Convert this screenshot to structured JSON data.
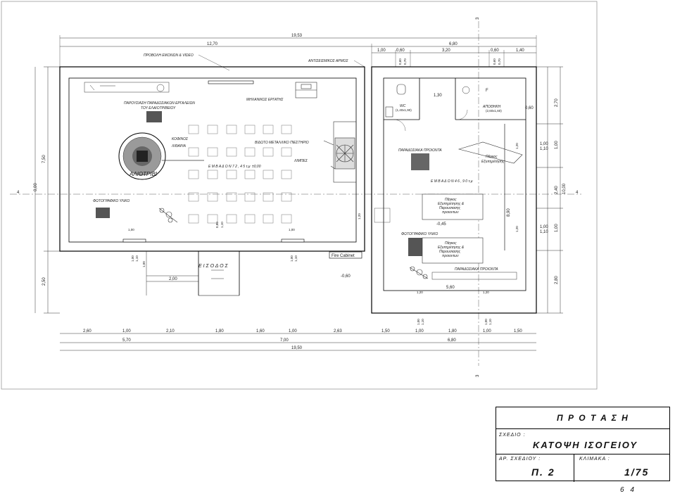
{
  "dims": {
    "top": {
      "total": "19,53",
      "left": "12,70",
      "right": "6,80",
      "right_parts": [
        "1,00",
        "0,60",
        "3,20",
        "0,60",
        "1,40"
      ],
      "window_small": [
        "0,60",
        "0,70",
        "0,60",
        "0,70"
      ]
    },
    "bottom": {
      "chain": [
        "2,60",
        "1,00",
        "2,10",
        "1,80",
        "1,60",
        "1,00",
        "2,63",
        "1,50",
        "1,00",
        "1,80",
        "1,00",
        "1,50"
      ],
      "sub": [
        "5,70",
        "7,00",
        "6,80"
      ],
      "total": "19,50"
    },
    "left": [
      "0,00",
      "7,50",
      "2,50"
    ],
    "right": [
      "2,70",
      "1,00",
      "1,10",
      "1,00",
      "2,40",
      "10,00",
      "1,00",
      "1,10",
      "1,00",
      "2,80"
    ],
    "inner": {
      "door_w": "1,00",
      "door_h": "1,10",
      "window_w": "1,00",
      "window_h": "1,10",
      "entrance_w": "2,00",
      "entrance_d": "1,00",
      "door_1_20": "1,20",
      "wc_door": "0,80",
      "wc_door2": "1,10",
      "storage_w": "1,30",
      "storage_side": "0,60",
      "counter": "1,20",
      "sales_w": "8,90",
      "sales_bottom": "5,60",
      "counter_bottom": [
        "1,20",
        "1,20"
      ],
      "window_shop": [
        "1,00",
        "1,10",
        "1,00",
        "1,10"
      ],
      "small_dims": [
        "1,20",
        "1,20"
      ]
    }
  },
  "labels": {
    "projection": "ΠΡΟΒΟΛΗ ΕΙΚΟΝΩΝ & VIDEO",
    "antiseismic": "ΑΝΤΙΣΕΙΣΜΙΚΟΣ ΑΡΜΟΣ",
    "tools_line1": "ΠΑΡΟΥΣΙΑΣΗ ΠΑΡΑΔΟΣΙΑΚΩΝ ΕΡΓΑΛΕΙΩΝ",
    "tools_line2": "ΤΟΥ ΕΛΑΙΟΤΡΙΒΕΙΟΥ",
    "mechanic": "ΜΗΧΑΝΙΚΟΣ ΕΡΓΑΤΗΣ",
    "kofinos": "ΚΟΦΙΝΟΣ",
    "lithari": "ΛΙΘΑΡΙΑ",
    "press": "ΒΙΔΩΤΟ ΜΕΤΑΛΛΙΚΟ ΠΙΕΣΤΗΡΙΟ",
    "limpes": "ΛΙΜΠΕΣ",
    "area_main": "Ε Μ Β Α Δ Ο Ν  7 2 , 4 5  τ.μ",
    "level_main": "±0,00",
    "aliotrivi": "ΑΛΙΟΤΡΙΒΙ",
    "photo_left": "ΦΩΤΟΓΡΑΦΙΚΟ ΥΛΙΚΟ",
    "entrance": "Ε Ι Σ Ο Δ Ο Σ",
    "fire_cabinet": "Fire Cabinet",
    "level_out": "-0,60",
    "wc": "WC",
    "wc_size": "(1,40x1,90)",
    "storage": "ΑΠΟΘΗΚΗ",
    "storage_size": "(2,60x1,60)",
    "storage_letter": "F",
    "trad_products_top": "ΠΑΡΑΔΟΣΙΑΚΑ ΠΡΟΙΟΝΤΑ",
    "service_counter_1": "Πάγκος",
    "service_counter_2": "Εξυπηρέτησης",
    "area_shop": "Ε Μ Β Α Δ Ο Ν  4 6 , 9 0  τ.μ",
    "counter_present_1": [
      "Πάγκος",
      "Εξυπηρέτησης &",
      "Παρουσιασης",
      "προιοντων"
    ],
    "level_shop": "-0,45",
    "photo_right": "ΦΩΤΟΓΡΑΦΙΚΟ ΥΛΙΚΟ",
    "counter_present_2": [
      "Πάγκος",
      "Εξυπηρέτησης &",
      "Παρουσιασης",
      "προιοντων"
    ],
    "trad_products_bottom": "ΠΑΡΑΔΟΣΙΑΚΑ ΠΡΟΙΟΝΤΑ",
    "axis_4": "4",
    "axis_3": "3"
  },
  "title_block": {
    "heading": "Π Ρ Ο Τ Α Σ Η",
    "drawing_label": "ΣΧΕΔΙΟ :",
    "drawing_title": "ΚΑΤΟΨΗ ΙΣΟΓΕΙΟΥ",
    "number_label": "ΑΡ. ΣΧΕΔΙΟΥ :",
    "number": "Π. 2",
    "scale_label": "ΚΛΙΜΑΚΑ :",
    "scale": "1/75"
  },
  "page_number": "6 4"
}
